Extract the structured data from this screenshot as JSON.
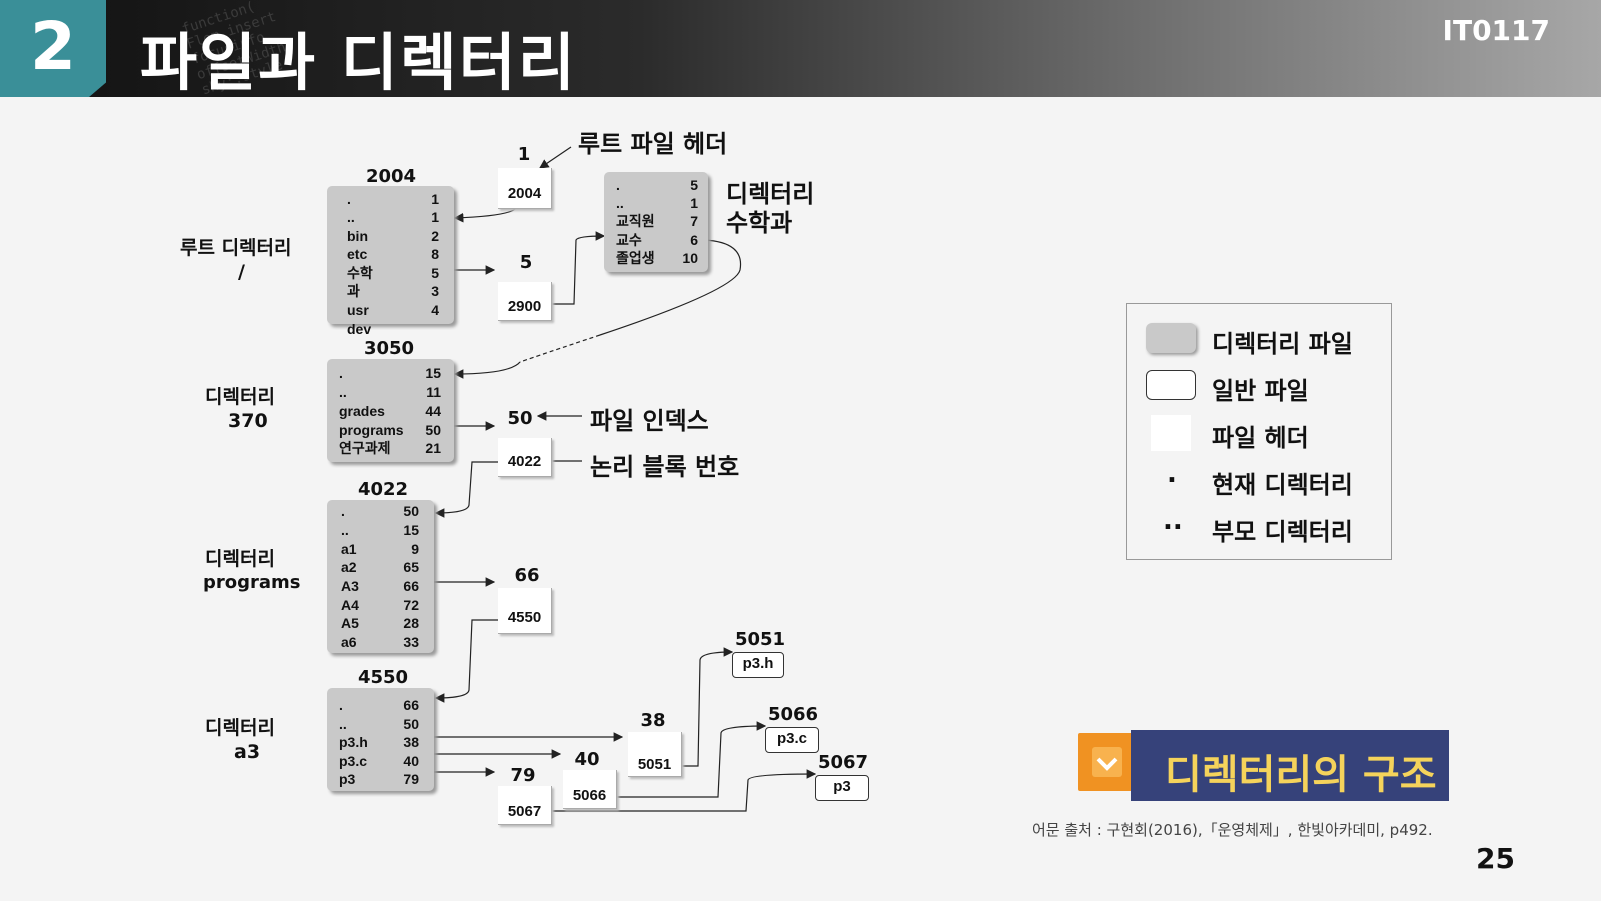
{
  "header": {
    "section_number": "2",
    "title": "파일과 디렉터리",
    "course_code": "IT0117",
    "bg_code_text": "function( \nFlem.insert\nfocusinfo\noffsetWidth\nshy::style"
  },
  "diagram": {
    "top_labels": {
      "n1": "1",
      "root_file_header": "루트 파일 헤더",
      "h2004": "2004"
    },
    "root": {
      "inode_number": "2004",
      "side_label_line1": "루트 디렉터리",
      "side_label_line2": "/",
      "entries": [
        {
          "name": ".",
          "value": "1"
        },
        {
          "name": "..",
          "value": "1"
        },
        {
          "name": "bin",
          "value": "2"
        },
        {
          "name": "etc",
          "value": "8"
        },
        {
          "name": "수학",
          "value": "5"
        },
        {
          "name": "과",
          "value": "3"
        },
        {
          "name": "usr",
          "value": "4"
        },
        {
          "name": "dev",
          "value": ""
        }
      ]
    },
    "math": {
      "side_label_line1": "디렉터리",
      "side_label_line2": "수학과",
      "entries": [
        {
          "name": ".",
          "value": "5"
        },
        {
          "name": "..",
          "value": "1"
        },
        {
          "name": "교직원",
          "value": "7"
        },
        {
          "name": "교수",
          "value": "6"
        },
        {
          "name": "졸업생",
          "value": "10"
        }
      ]
    },
    "dir370": {
      "inode_number": "3050",
      "side_label_line1": "디렉터리",
      "side_label_line2": "370",
      "entries": [
        {
          "name": ".",
          "value": "15"
        },
        {
          "name": "..",
          "value": "11"
        },
        {
          "name": "grades",
          "value": "44"
        },
        {
          "name": "programs",
          "value": "50"
        },
        {
          "name": "연구과제",
          "value": "21"
        }
      ]
    },
    "programs": {
      "inode_number": "4022",
      "side_label_line1": "디렉터리",
      "side_label_line2": "programs",
      "entries": [
        {
          "name": ".",
          "value": "50"
        },
        {
          "name": "..",
          "value": "15"
        },
        {
          "name": "a1",
          "value": "9"
        },
        {
          "name": "a2",
          "value": "65"
        },
        {
          "name": "A3",
          "value": "66"
        },
        {
          "name": "A4",
          "value": "72"
        },
        {
          "name": "A5",
          "value": "28"
        },
        {
          "name": "a6",
          "value": "33"
        }
      ]
    },
    "a3": {
      "inode_number": "4550",
      "side_label_line1": "디렉터리",
      "side_label_line2": "a3",
      "entries": [
        {
          "name": ".",
          "value": "66"
        },
        {
          "name": "..",
          "value": "50"
        },
        {
          "name": "p3.h",
          "value": "38"
        },
        {
          "name": "p3.c",
          "value": "40"
        },
        {
          "name": "p3",
          "value": "79"
        }
      ]
    },
    "headers": {
      "h5": "5",
      "h2900": "2900",
      "h50": "50",
      "h4022": "4022",
      "h66": "66",
      "h4550": "4550",
      "h38": "38",
      "h5051": "5051",
      "h40": "40",
      "h5066": "5066",
      "h79": "79",
      "h5067": "5067"
    },
    "annotations": {
      "file_index": "파일 인덱스",
      "logical_block": "논리 블록 번호"
    },
    "files": [
      {
        "block": "5051",
        "name": "p3.h"
      },
      {
        "block": "5066",
        "name": "p3.c"
      },
      {
        "block": "5067",
        "name": "p3"
      }
    ]
  },
  "legend": {
    "items": [
      {
        "symbol": "",
        "label": "디렉터리 파일"
      },
      {
        "symbol": "",
        "label": "일반 파일"
      },
      {
        "symbol": "",
        "label": "파일 헤더"
      },
      {
        "symbol": ".",
        "label": "현재 디렉터리"
      },
      {
        "symbol": "..",
        "label": "부모 디렉터리"
      }
    ]
  },
  "badge": {
    "title": "디렉터리의 구조"
  },
  "reference": "어문 출처 : 구현회(2016),「운영체제」, 한빛아카데미, p492.",
  "page_number": "25",
  "colors": {
    "accent_teal": "#3a8f98",
    "badge_navy": "#36427a",
    "badge_yellow": "#f5d35b",
    "badge_orange": "#f09222",
    "inode_gray": "#c9c9c9"
  }
}
